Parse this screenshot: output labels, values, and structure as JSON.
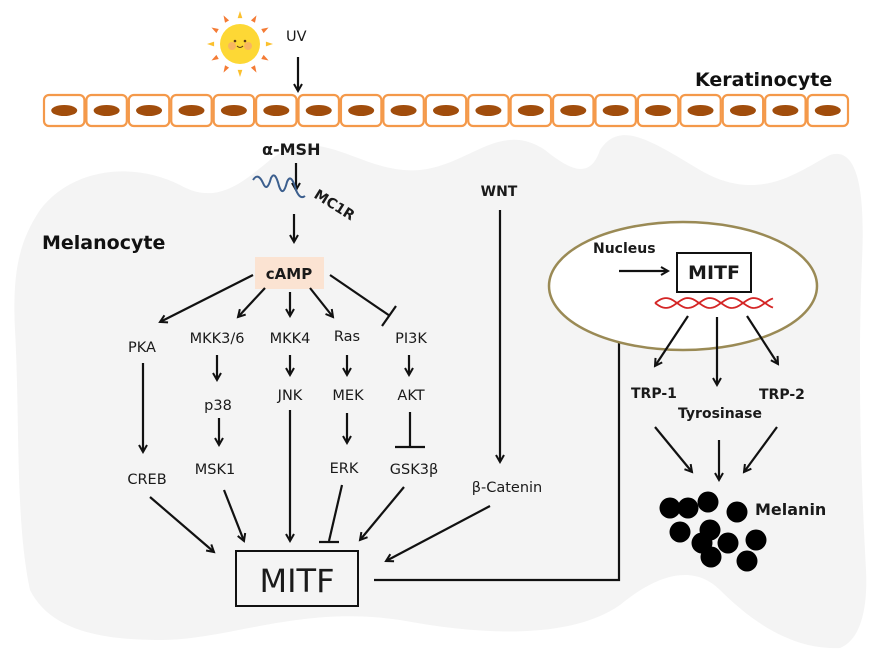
{
  "colors": {
    "cell_border": "#f4994a",
    "cell_nucleus": "#a14d0c",
    "cytoplasm": "#f4f4f4",
    "camp_highlight": "#fbe3d2",
    "nucleus_border": "#9a8a55",
    "receptor": "#3c5f8e",
    "dna": "#d42525",
    "sun_body": "#fdd835",
    "sun_rays": "#f47b35"
  },
  "stimulus": {
    "label": "UV",
    "icon": "sun-icon"
  },
  "keratinocyte": {
    "label": "Keratinocyte",
    "cell_count": 19
  },
  "melanocyte": {
    "label": "Melanocyte",
    "ligand": "α-MSH",
    "receptor": "MC1R",
    "second_messenger": "cAMP",
    "pathways": {
      "pka": {
        "l1": "PKA",
        "l2": "CREB"
      },
      "p38": {
        "l1": "MKK3/6",
        "l2": "p38",
        "l3": "MSK1"
      },
      "jnk": {
        "l1": "MKK4",
        "l2": "JNK"
      },
      "erk": {
        "l1": "Ras",
        "l2": "MEK",
        "l3": "ERK"
      },
      "pi3k": {
        "l1": "PI3K",
        "l2": "AKT",
        "l3": "GSK3β"
      },
      "wnt": {
        "l1": "WNT",
        "l2": "β-Catenin"
      }
    },
    "target": "MITF"
  },
  "nucleus": {
    "label": "Nucleus",
    "factor": "MITF",
    "genes": {
      "trp1": "TRP-1",
      "tyrosinase": "Tyrosinase",
      "trp2": "TRP-2"
    },
    "product": "Melanin",
    "granule_count": 11
  }
}
